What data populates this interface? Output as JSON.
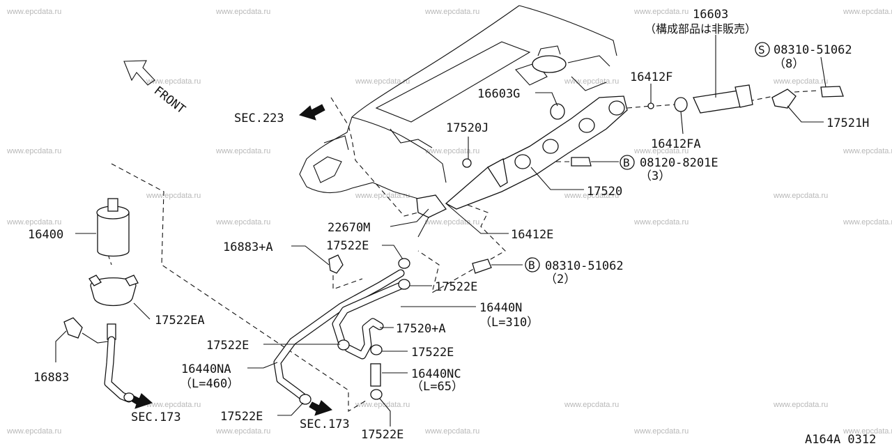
{
  "watermark": "www.epcdata.ru",
  "diagram_code": "A164A 0312",
  "front_label": "FRONT",
  "labels": {
    "p16603": "16603",
    "p16603_note": "（構成部品は非販売）",
    "p08310_top_prefix": "S",
    "p08310_top": "08310-51062",
    "p08310_top_qty": "（8）",
    "p16412F": "16412F",
    "p16603G": "16603G",
    "p16412FA": "16412FA",
    "p17521H": "17521H",
    "sec223": "SEC.223",
    "p17520J": "17520J",
    "p08120_prefix": "B",
    "p08120": "08120-8201E",
    "p08120_qty": "（3）",
    "p17520": "17520",
    "p22670M": "22670M",
    "p16412E": "16412E",
    "p16883A": "16883+A",
    "p17522E_1": "17522E",
    "p08310_mid_prefix": "B",
    "p08310_mid": "08310-51062",
    "p08310_mid_qty": "（2）",
    "p17522E_2": "17522E",
    "p16400": "16400",
    "p16440N": "16440N",
    "p16440N_len": "（L=310）",
    "p17520A": "17520+A",
    "p17522EA": "17522EA",
    "p17522E_3": "17522E",
    "p17522E_4": "17522E",
    "p16440NA": "16440NA",
    "p16440NA_len": "（L=460）",
    "p16440NC": "16440NC",
    "p16440NC_len": "（L=65）",
    "p16883": "16883",
    "sec173_left": "SEC.173",
    "p17522E_5": "17522E",
    "sec173_mid": "SEC.173",
    "p17522E_6": "17522E"
  }
}
